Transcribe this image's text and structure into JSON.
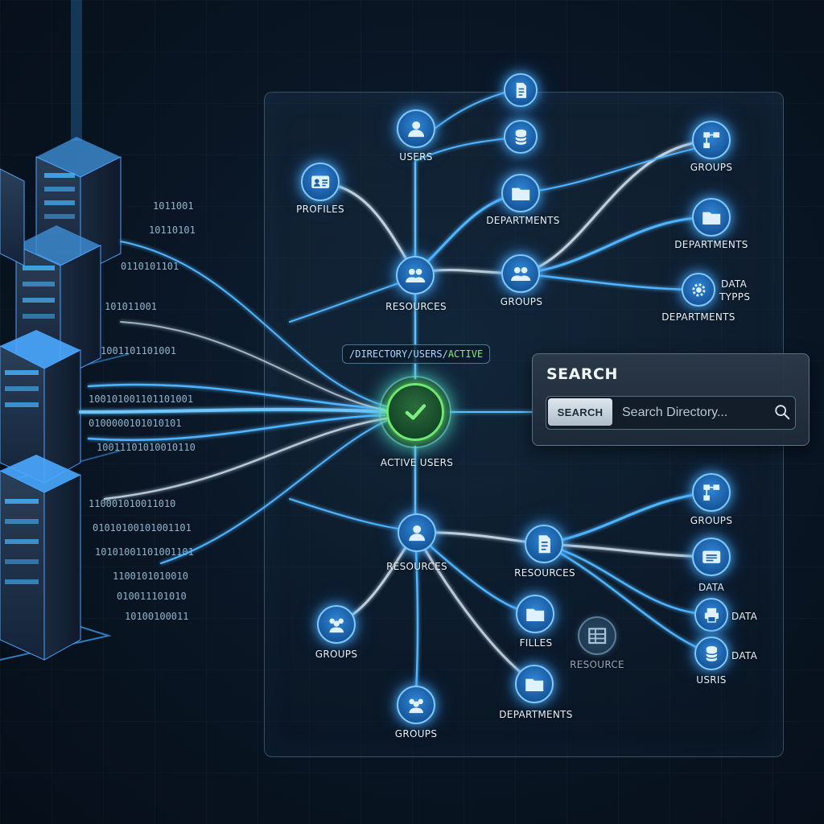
{
  "path_indicator": {
    "prefix": "/DIRECTORY/USERS/",
    "active": "ACTIVE"
  },
  "center_node": {
    "label": "ACTIVE USERS"
  },
  "search": {
    "title": "SEARCH",
    "button_label": "SEARCH",
    "placeholder": "Search Directory..."
  },
  "upper_nodes": {
    "doc": {
      "icon": "document-icon"
    },
    "db": {
      "icon": "database-icon"
    },
    "users": {
      "label": "USERS",
      "icon": "user-icon"
    },
    "profiles": {
      "label": "PROFILES",
      "icon": "id-card-icon"
    },
    "departments_mid": {
      "label": "DEPARTMENTS",
      "icon": "folder-icon"
    },
    "resources": {
      "label": "RESOURCES",
      "icon": "group-icon"
    },
    "groups_mid": {
      "label": "GROUPS",
      "icon": "group-icon"
    },
    "groups_right": {
      "label": "GROUPS",
      "icon": "org-chart-icon"
    },
    "departments_right": {
      "label": "DEPARTMENTS",
      "icon": "folder-icon"
    },
    "data_types": {
      "label_line1": "DATA",
      "label_line2": "TYPPS",
      "label_line3": "DEPARTMENTS",
      "icon": "gear-icon"
    }
  },
  "lower_nodes": {
    "resources_left": {
      "label": "RESOURCES",
      "icon": "user-icon"
    },
    "resources_mid": {
      "label": "RESOURCES",
      "icon": "document-icon"
    },
    "groups_far_right": {
      "label": "GROUPS",
      "icon": "org-chart-icon"
    },
    "data_1": {
      "label": "DATA",
      "icon": "id-card-icon"
    },
    "data_2": {
      "label": "DATA",
      "icon": "printer-icon"
    },
    "data_3": {
      "label": "DATA",
      "label2": "USRIS",
      "icon": "database-icon"
    },
    "groups_left": {
      "label": "GROUPS",
      "icon": "group-icon"
    },
    "files": {
      "label": "FILLES",
      "icon": "folder-icon"
    },
    "resource_dim": {
      "label": "RESOURCE",
      "icon": "table-icon"
    },
    "departments_bottom": {
      "label": "DEPARTMENTS",
      "icon": "folder-icon"
    },
    "groups_bottom": {
      "label": "GROUPS",
      "icon": "group-icon"
    }
  },
  "binary_stream": [
    "1011001",
    "10110101",
    "0110101101",
    "101011001",
    "1001101101001",
    "100101001101101001",
    "0100000101010101",
    "10011101010010110",
    "110001010011010",
    "01010100101001101",
    "10101001101001101",
    "1100101010010",
    "010011101010",
    "10100100011"
  ],
  "colors": {
    "accent": "#4fb4ff",
    "active": "#6fe870",
    "background": "#0a1726"
  }
}
